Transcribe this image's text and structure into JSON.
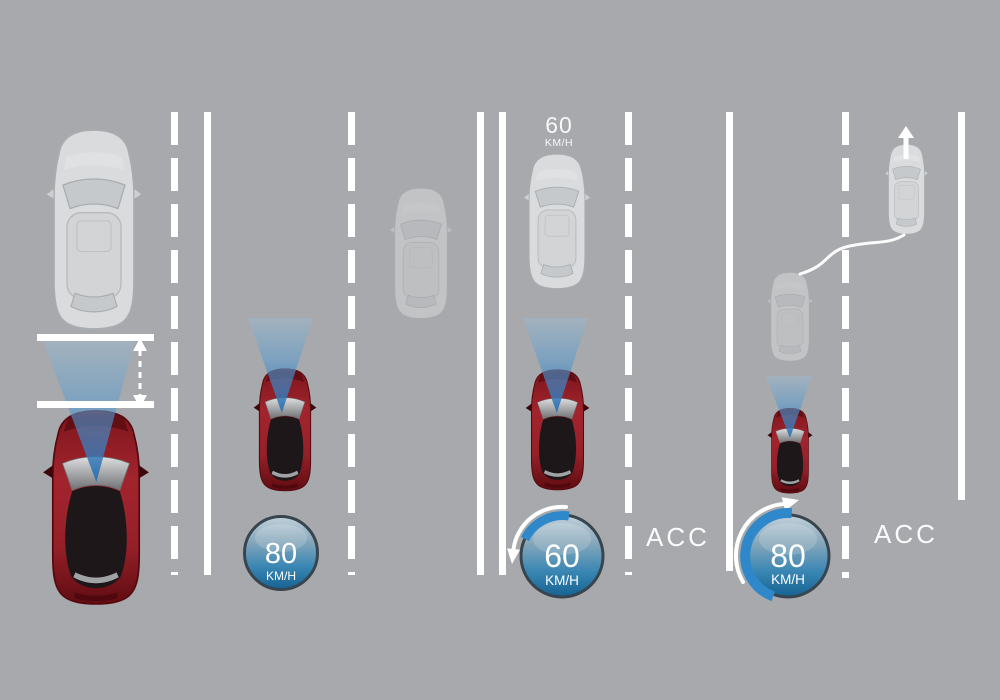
{
  "scene": {
    "description_label": "",
    "background_color": "#a8a9ac",
    "lane_line_color": "#ffffff"
  },
  "colors": {
    "accent_blue": "#2f88ca",
    "ego_car_red": "#8f2026",
    "badge_gradient_top": "#bfcfd8",
    "badge_gradient_bottom": "#156292",
    "badge_rim": "#39454e",
    "cone_blue": "#2a70b2"
  },
  "lead_car_speed_label": {
    "value": "60",
    "unit": "KM/H"
  },
  "badges": {
    "set_speed": {
      "value": "80",
      "unit": "KM/H"
    },
    "decelerate": {
      "value": "60",
      "unit": "KM/H"
    },
    "accelerate": {
      "value": "80",
      "unit": "KM/H"
    }
  },
  "acc_labels": {
    "left": "ACC",
    "right": "ACC"
  },
  "icons": {
    "radar_cone": "blue-sensor-cone",
    "following_distance_arrow": "vertical-dashed-double-arrow",
    "decelerate_arrow": "counterclockwise-curved-arrow",
    "accelerate_arrow": "clockwise-curved-arrow",
    "lane_change_path": "s-curve-path",
    "departure_arrow": "up-arrow"
  }
}
